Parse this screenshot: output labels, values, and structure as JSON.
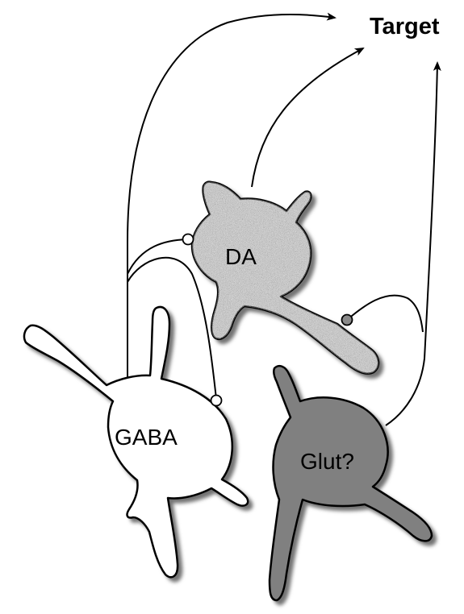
{
  "diagram": {
    "target_label": "Target",
    "cells": [
      {
        "id": "da",
        "label": "DA",
        "fill": "#c4c4c4",
        "texture": "stippled"
      },
      {
        "id": "gaba",
        "label": "GABA",
        "fill": "#ffffff"
      },
      {
        "id": "glut",
        "label": "Glut?",
        "fill": "#808080"
      }
    ],
    "synapse_colors": {
      "open": "#ffffff",
      "filled": "#8a8a8a"
    }
  }
}
